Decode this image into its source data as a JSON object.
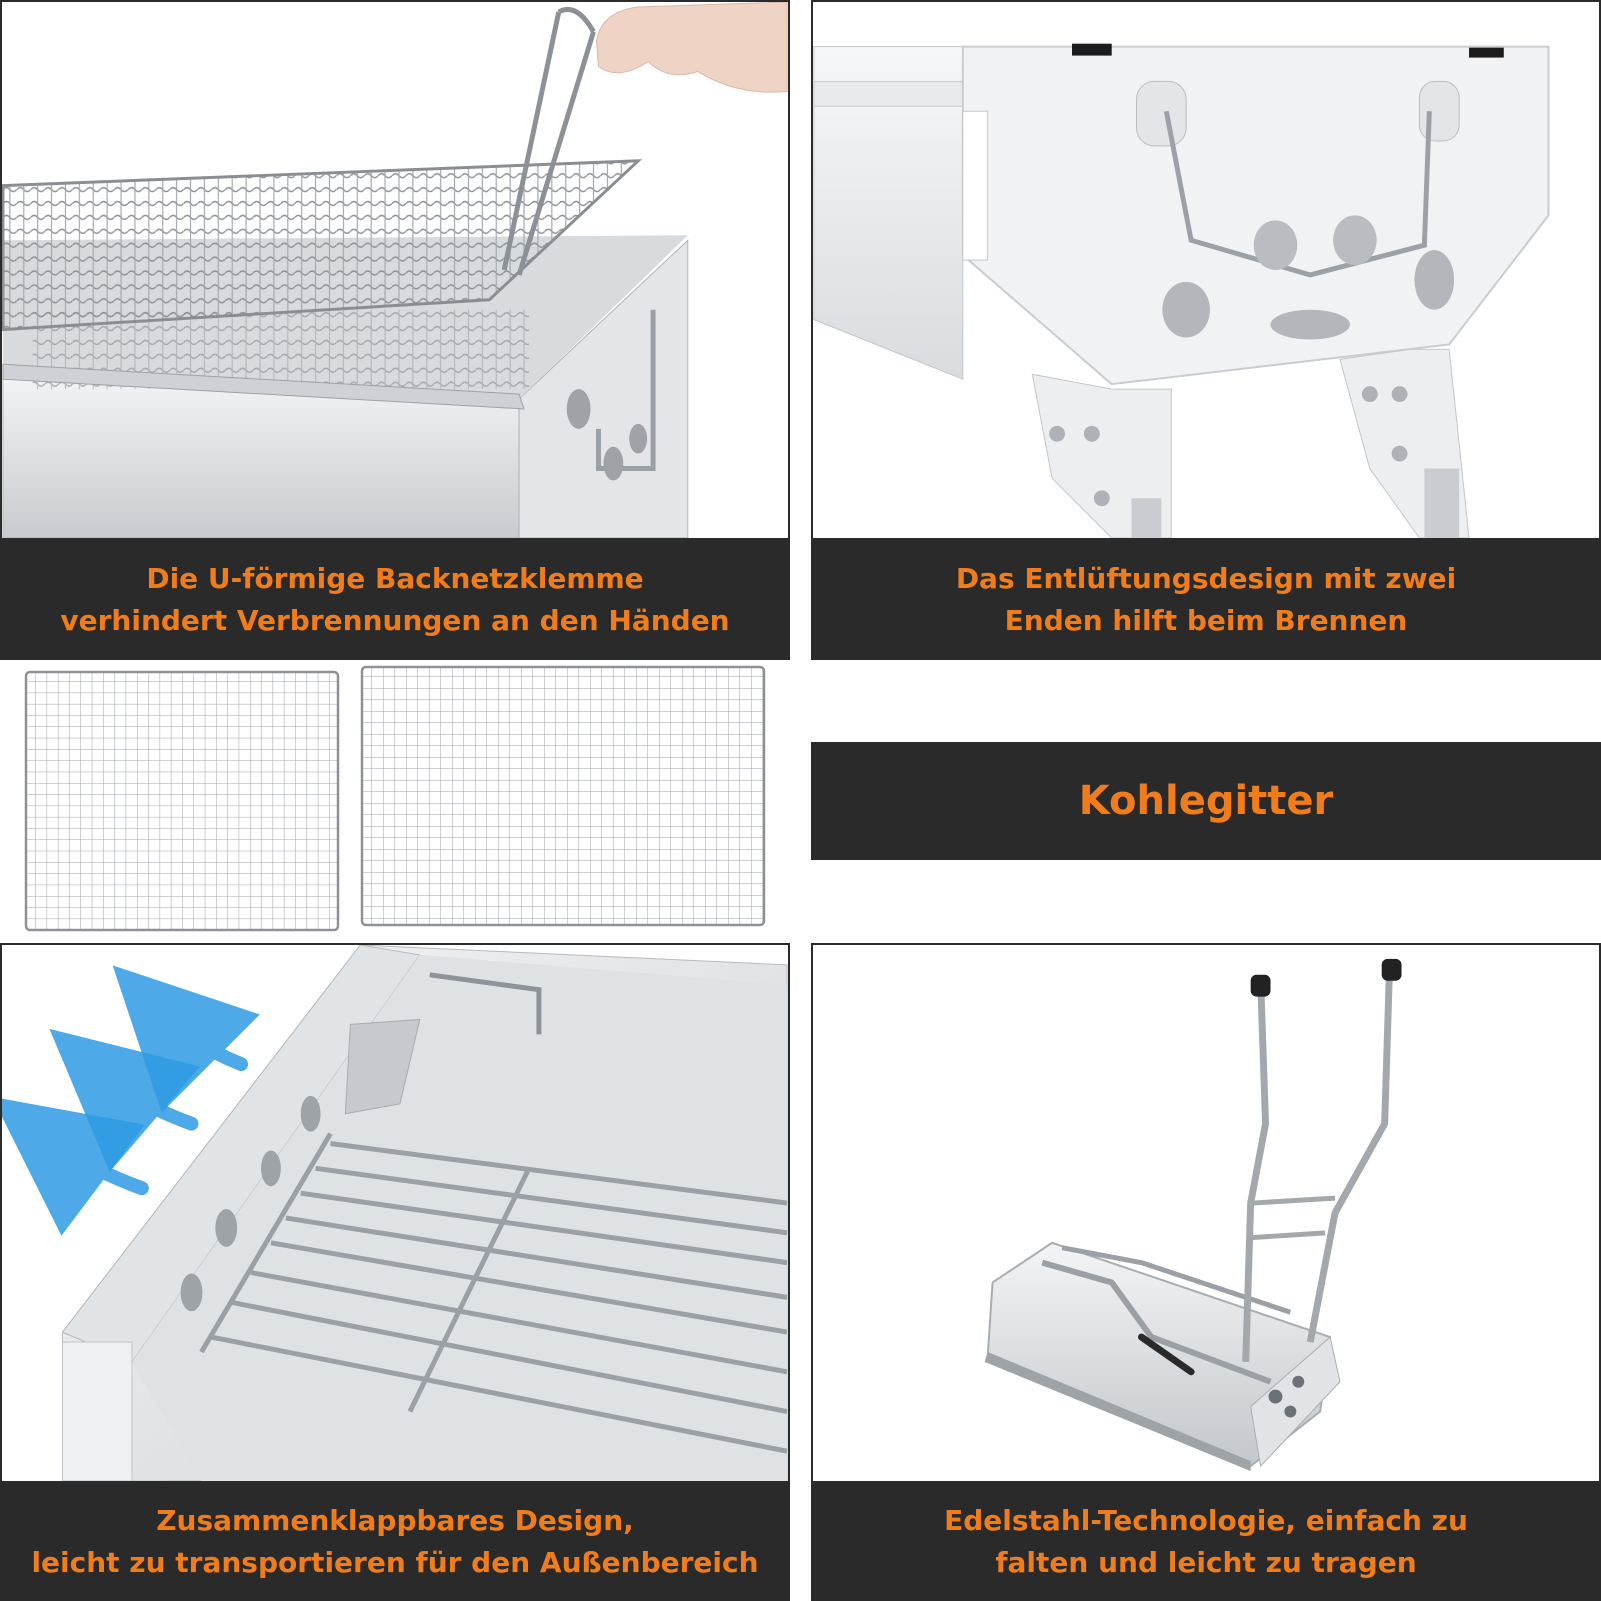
{
  "panels": {
    "top_left": {
      "caption_line1": "Die U-förmige Backnetzklemme",
      "caption_line2": "verhindert Verbrennungen an den Händen"
    },
    "top_right": {
      "caption_line1": "Das Entlüftungsdesign mit zwei",
      "caption_line2": "Enden hilft beim Brennen"
    },
    "middle_right": {
      "banner": "Kohlegitter"
    },
    "bottom_left": {
      "caption_line1": "Zusammenklappbares Design,",
      "caption_line2": "leicht zu transportieren für den Außenbereich"
    },
    "bottom_right": {
      "caption_line1": "Edelstahl-Technologie, einfach zu",
      "caption_line2": "falten und leicht zu tragen"
    }
  },
  "colors": {
    "caption_bg": "#2a2a2a",
    "caption_text": "#f07d1a",
    "steel": "#c9ccd0",
    "arrow_blue": "#2e9be3"
  },
  "icons": [
    "u-clamp-grill-photo",
    "vent-holes-grill-photo",
    "charcoal-grid-image",
    "folding-grill-photo",
    "folded-grill-photo",
    "airflow-arrow-icon"
  ]
}
